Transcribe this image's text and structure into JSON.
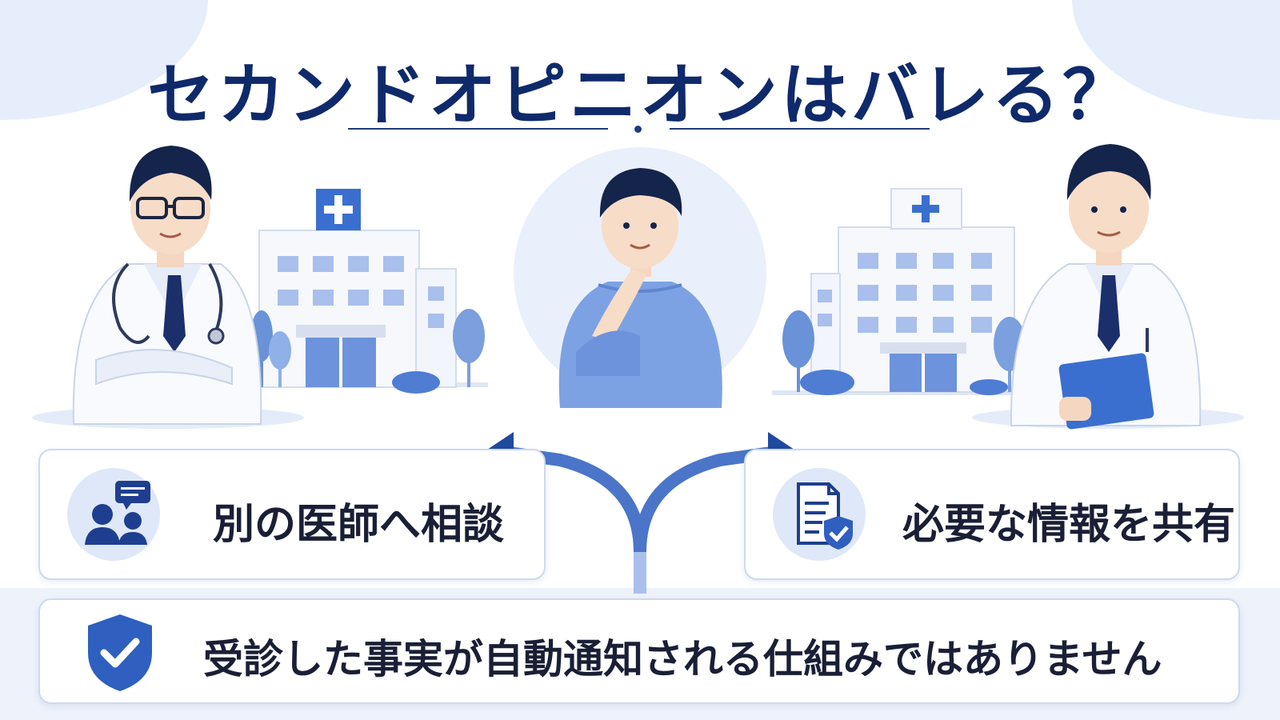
{
  "title": "セカンドオピニオンはバレる？",
  "cards": {
    "left": {
      "text": "別の医師へ相談",
      "icon": "consult-people-icon"
    },
    "right": {
      "text": "必要な情報を共有",
      "icon": "document-shield-icon"
    },
    "bottom": {
      "text": "受診した事実が自動通知される仕組みではありません",
      "icon": "shield-check-icon"
    }
  },
  "colors": {
    "title": "#0f2a6b",
    "accent": "#2f5fbf",
    "light_blue": "#8fb0e8",
    "background_tint": "#e6eefb"
  }
}
